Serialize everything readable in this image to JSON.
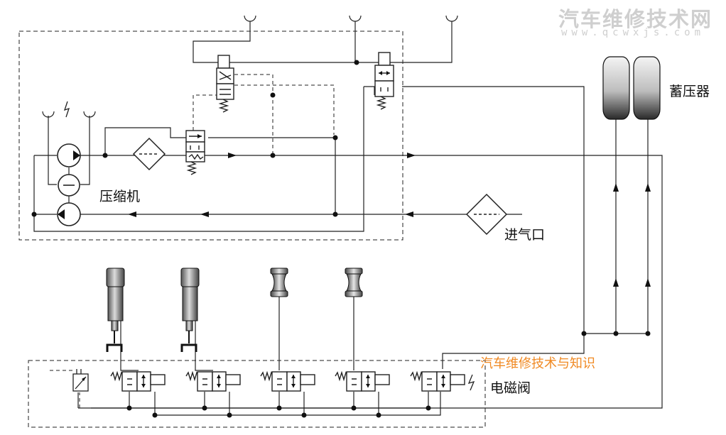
{
  "labels": {
    "compressor": "压缩机",
    "reservoir": "蓄压器",
    "air_inlet": "进气口",
    "solenoid_valve": "电磁阀"
  },
  "watermark": {
    "title": "汽车维修技术网",
    "url": "www.qcwxjs.com",
    "overlay": "汽车维修技术与知识"
  },
  "colors": {
    "line": "#222222",
    "watermark_gray": "#cfcfcf",
    "watermark_orange": "#f08a24"
  }
}
